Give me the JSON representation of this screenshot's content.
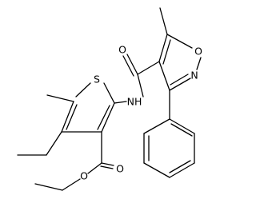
{
  "molecule": {
    "atoms": {
      "sulfur": "S",
      "amide_nh": "NH",
      "amide_oxygen": "O",
      "isoxazole_oxygen": "O",
      "isoxazole_nitrogen": "N",
      "ester_carbonyl_oxygen": "O",
      "ester_ether_oxygen": "O"
    }
  }
}
